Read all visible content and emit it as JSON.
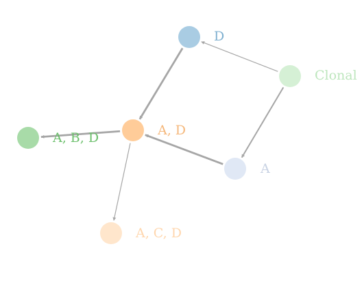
{
  "nodes": [
    {
      "id": "D",
      "label": "D",
      "color": "#a9cce3"
    },
    {
      "id": "Clonal",
      "label": "Clonal",
      "color": "#d5f0d5"
    },
    {
      "id": "AD",
      "label": "A, D",
      "color": "#ffcc99"
    },
    {
      "id": "ABD",
      "label": "A, B, D",
      "color": "#a8dba8"
    },
    {
      "id": "A",
      "label": "A",
      "color": "#e0e8f5"
    },
    {
      "id": "ACD",
      "label": "A, C, D",
      "color": "#ffe6cc"
    }
  ],
  "edges": [
    {
      "from": "Clonal",
      "to": "D",
      "weight": 1
    },
    {
      "from": "Clonal",
      "to": "A",
      "weight": 2
    },
    {
      "from": "D",
      "to": "AD",
      "weight": 3
    },
    {
      "from": "A",
      "to": "AD",
      "weight": 3
    },
    {
      "from": "AD",
      "to": "ABD",
      "weight": 3
    },
    {
      "from": "AD",
      "to": "ACD",
      "weight": 1
    }
  ],
  "colors": {
    "edge": "#a6a6a6",
    "label_D": "#7fb0d0",
    "label_Clonal": "#bde6bd",
    "label_AD": "#f5b77a",
    "label_ABD": "#6bbf6b",
    "label_A": "#c8d2e3",
    "label_ACD": "#ffd6ad"
  }
}
